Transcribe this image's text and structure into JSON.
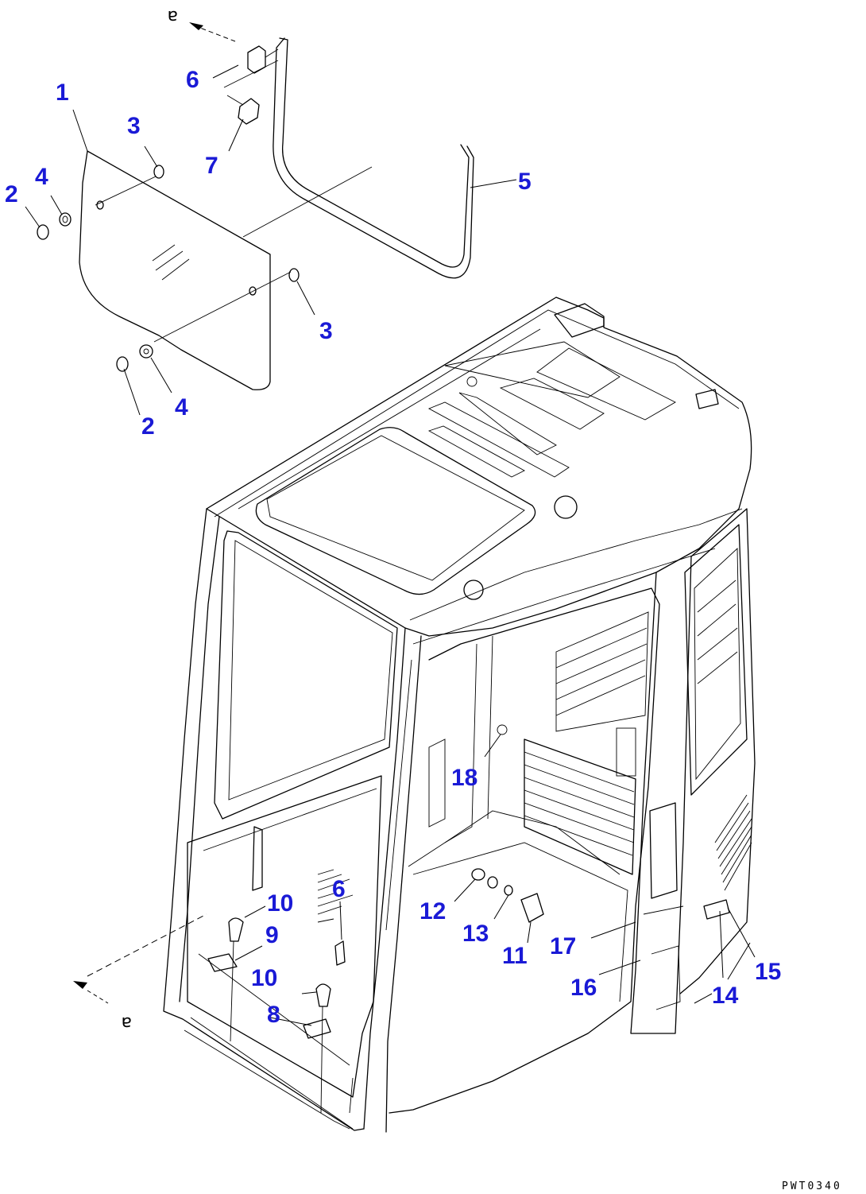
{
  "diagram": {
    "callouts": [
      {
        "id": "c1",
        "text": "1"
      },
      {
        "id": "c2a",
        "text": "2"
      },
      {
        "id": "c2b",
        "text": "2"
      },
      {
        "id": "c3a",
        "text": "3"
      },
      {
        "id": "c3b",
        "text": "3"
      },
      {
        "id": "c4a",
        "text": "4"
      },
      {
        "id": "c4b",
        "text": "4"
      },
      {
        "id": "c5",
        "text": "5"
      },
      {
        "id": "c6a",
        "text": "6"
      },
      {
        "id": "c6b",
        "text": "6"
      },
      {
        "id": "c7",
        "text": "7"
      },
      {
        "id": "c8",
        "text": "8"
      },
      {
        "id": "c9",
        "text": "9"
      },
      {
        "id": "c10a",
        "text": "10"
      },
      {
        "id": "c10b",
        "text": "10"
      },
      {
        "id": "c11",
        "text": "11"
      },
      {
        "id": "c12",
        "text": "12"
      },
      {
        "id": "c13",
        "text": "13"
      },
      {
        "id": "c14",
        "text": "14"
      },
      {
        "id": "c15",
        "text": "15"
      },
      {
        "id": "c16",
        "text": "16"
      },
      {
        "id": "c17",
        "text": "17"
      },
      {
        "id": "c18",
        "text": "18"
      }
    ],
    "reference_marks": [
      "a",
      "a"
    ],
    "drawing_code": "PWT0340",
    "colors": {
      "callout": "#1a1ad6",
      "line": "#000000",
      "background": "#ffffff"
    }
  }
}
